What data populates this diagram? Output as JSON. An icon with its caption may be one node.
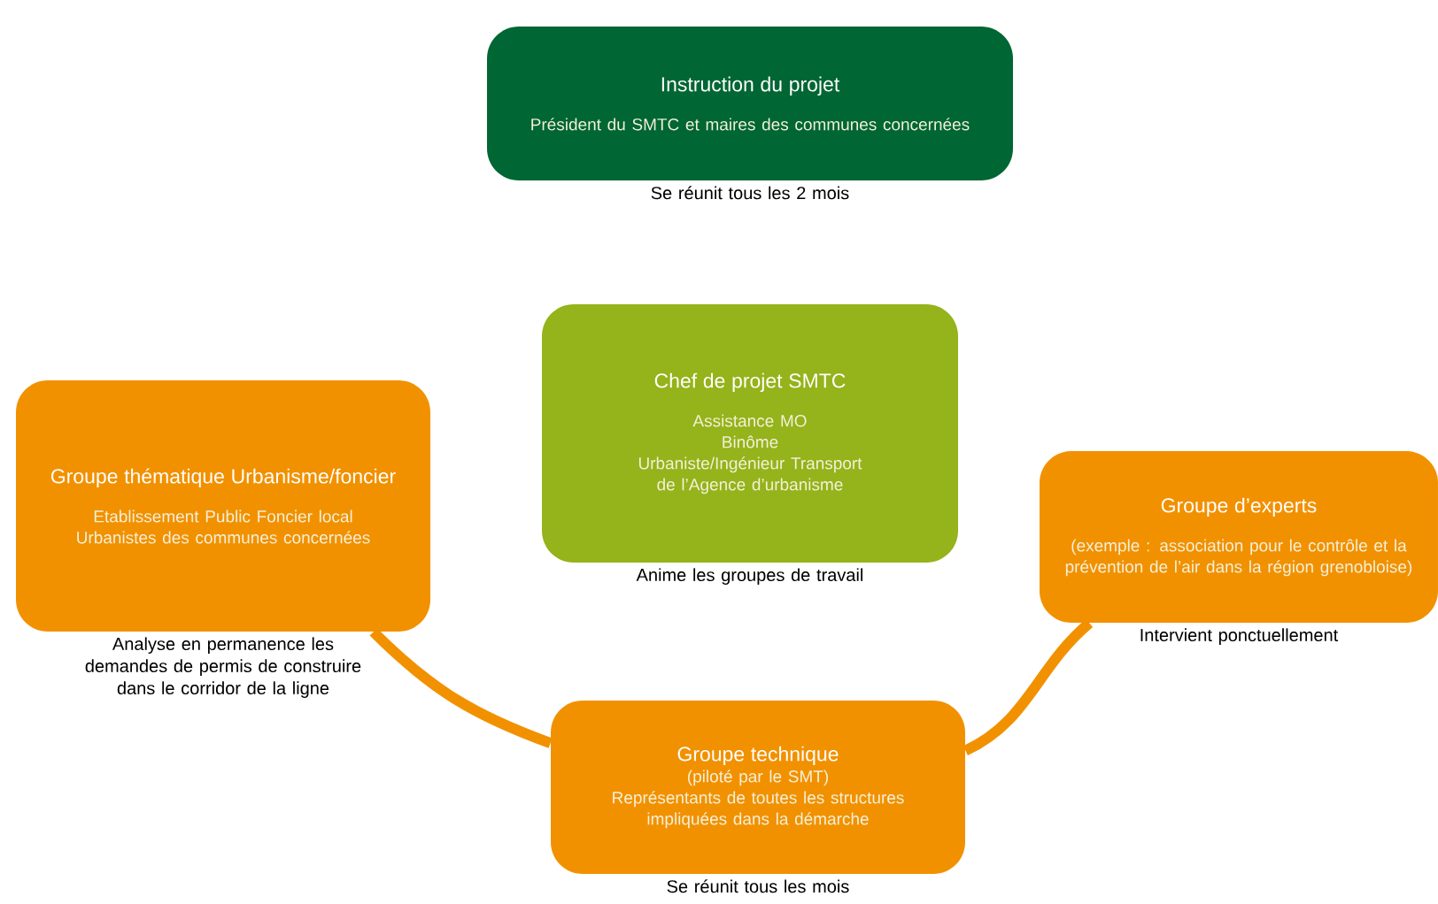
{
  "diagram": {
    "nodes": [
      {
        "text": [
          "Instruction du projet",
          "Président du SMTC et maires des communes concernées"
        ],
        "beside": [
          "Se réunit tous les 2 mois"
        ]
      },
      {
        "text": [
          "Chef de projet SMTC",
          "Assistance MO",
          "Binôme",
          "Urbaniste/Ingénieur Transport de l’Agence d’urbanisme"
        ],
        "beside": [
          "Anime les groupes de travail"
        ]
      },
      {
        "text": [
          "Groupe thématique Urbanisme/foncier",
          "Etablissement Public Foncier local",
          "Urbanistes des communes concernées"
        ],
        "beside": [
          "Analyse en permanence les demandes de permis de construire dans le corridor de la ligne"
        ]
      },
      {
        "text": [
          "Groupe d’experts",
          "(exemple : association pour le contrôle et la prévention de l’air dans la région grenobloise)"
        ],
        "beside": [
          "Intervient ponctuellement"
        ]
      },
      {
        "text": [
          "Groupe technique",
          "(piloté par le SMT)",
          "Représentants de toutes les structures impliquées dans la démarche"
        ],
        "beside": [
          "Se réunit tous les mois"
        ]
      }
    ],
    "edges": [
      {
        "from": 2,
        "to": 4,
        "arrow": "none"
      },
      {
        "from": 4,
        "to": 3,
        "arrow": "none"
      }
    ]
  }
}
